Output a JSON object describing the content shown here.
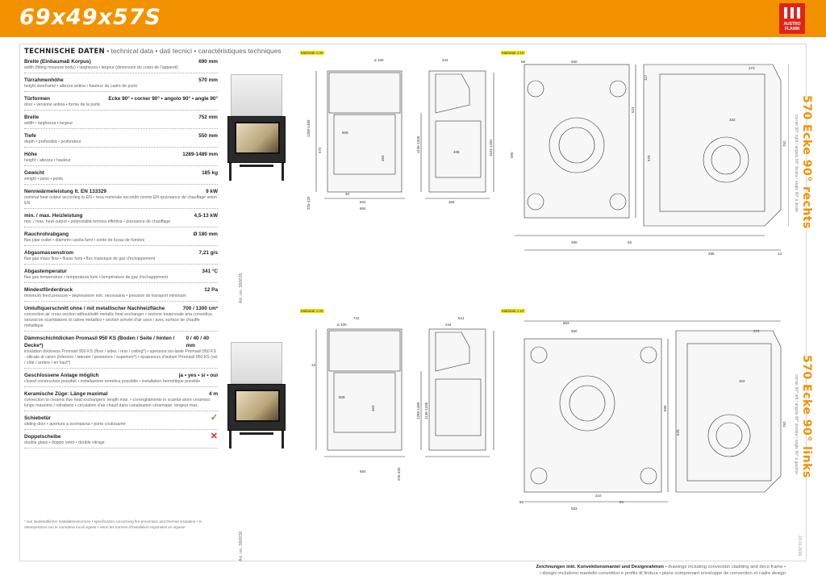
{
  "header": {
    "title": "69x49x57S",
    "logo_line1": "AUSTRO",
    "logo_line2": "FLAMM"
  },
  "tech": {
    "heading_strong": "TECHNISCHE DATEN",
    "heading_langs": " • technical data • dati tecnici • caractéristiques techniques",
    "specs": [
      {
        "label": "Breite (Einbaumaß Korpus)",
        "value": "690 mm",
        "sub": "width (fitting measure body) • larghezza • largeur (dimension du corps de l'appareil)"
      },
      {
        "label": "Türrahmenhöhe",
        "value": "570 mm",
        "sub": "height doorframe • altezza antina • hauteur du cadre de porte"
      },
      {
        "label": "Türformen",
        "value": "Ecke 90° • corner 90° • angolo 90° • angle 90°",
        "sub": "door • versione antina • forme de la porte"
      },
      {
        "label": "Breite",
        "value": "752 mm",
        "sub": "width • larghezza • largeur"
      },
      {
        "label": "Tiefe",
        "value": "550 mm",
        "sub": "depth • profondità • profondeur"
      },
      {
        "label": "Höhe",
        "value": "1289-1489 mm",
        "sub": "height • altezza • hauteur"
      },
      {
        "label": "Gewicht",
        "value": "185 kg",
        "sub": "weight • peso • poids"
      },
      {
        "label": "Nennwärmeleistung lt. EN 133329",
        "value": "9 kW",
        "sub": "nominal heat output according to EN • resa nominale secondo norme EN •puissance de chauffage selon EN"
      },
      {
        "label": "min. / max. Heizleistung",
        "value": "4,5-13 kW",
        "sub": "min. / max. heat output • potenzialità termica effettiva • puissance de chauffage"
      },
      {
        "label": "Rauchrohrabgang",
        "value": "Ø 180 mm",
        "sub": "flue pipe outlet • diametro uscita fumi • sortie de tuyau de fumées"
      },
      {
        "label": "Abgasmassenstrom",
        "value": "7,21 g/s",
        "sub": "flue gas mass flow • flusso fumi • flux massique de gaz d'echappement"
      },
      {
        "label": "Abgastemperatur",
        "value": "341 °C",
        "sub": "flue gas temperature • temperatura fumi • température de gaz d'echappement"
      },
      {
        "label": "Mindestförderdruck",
        "value": "12 Pa",
        "sub": "minimum feed pressure • depressione min. necessaria • pression de transport minimum"
      },
      {
        "label": "Umluftquerschnitt ohne / mit metallischer Nachheizfläche",
        "value": "700 / 1300 cm²",
        "sub": "convection air cross section without/with metallic heat exchanger • sezione traservsale aria convettiva senza/con scambiatore di calore metallico • section arrivée d'air sans / avec surface de chauffe métallique"
      },
      {
        "label": "Dämmschichtdicken Promasil 950 KS (Boden / Seite / hinten / Decke*)",
        "value": "0 / 40 / 40 mm",
        "sub": "insulation thickness Promasil 950 KS (floor / sides / rear / ceiling*) • spessore iso-lante Promasil 950 KS - silicato di calcio (inferiore / laterale / posteriore / superiore*) • épaisseurs d'isolant Promasil 950 KS (sol / côté / arrière / en haut*)"
      },
      {
        "label": "Geschlossene Anlage möglich",
        "value": "ja • yes • si • oui",
        "sub": "closed construction possible • installazione ermetica possibile • installation hermétique possible"
      },
      {
        "label": "Keramische Züge: Länge maximal",
        "value": "4 m",
        "sub": "connection to ceramic flue heat exchangers: length max. • convogliamento in scambi-atore ceramico: lungo massimo / refrattario • circulation d'air chaud dans canalisation céramique: longeur max."
      },
      {
        "label": "Schiebetür",
        "value": "✓",
        "mark": "check",
        "sub": "sliding door • apertura a scomparsa • porte coulissante"
      },
      {
        "label": "Doppelscheibe",
        "value": "✕",
        "mark": "cross",
        "sub": "double glass • doppio vetro • double vitrage"
      }
    ],
    "footnote": "* laut landesüblicher Installationsnormen • specification concerning fire prevention and thermal insulation • in ottemperanza con le normative locali vigenti • selon les normes d'installation régionales en vigueur"
  },
  "artnos": {
    "top": "Art. no. 360035",
    "bottom": "Art. no. 360036"
  },
  "scales": {
    "s1": "Maßstab 1:20",
    "s2": "Maßstab 1:10"
  },
  "dims_top": {
    "d100": "ø 100",
    "d244": "244",
    "d58": "58",
    "d550": "550",
    "d273": "273",
    "d1289": "1289-1489",
    "d572": "572",
    "d609": "609",
    "d463": "463",
    "d40": "40",
    "d602": "602",
    "d684": "684",
    "d406": "406",
    "d356": "356",
    "d1136": "1136-1336",
    "d1531": "1531-1481",
    "d690": "690",
    "d322": "322",
    "d752": "752",
    "d523": "523",
    "d570": "570",
    "d490": "490",
    "d63": "63",
    "d496": "496",
    "d14": "14",
    "d225": "225-425",
    "d117": "117"
  },
  "dims_bottom": {
    "d741": "741",
    "d541": "541",
    "d100": "ø 100",
    "d244": "244",
    "d563": "563",
    "d550": "550",
    "d274": "274",
    "d12": "12",
    "d609": "609",
    "d463": "463",
    "d1289": "1289-1489",
    "d1136": "1136-1336",
    "d684": "684",
    "d322": "322",
    "d752": "752",
    "d690": "690",
    "d570": "570",
    "d553": "553",
    "d94": "94",
    "d58": "58",
    "d210": "210",
    "d225": "225-425"
  },
  "side_titles": {
    "right_title": "570 Ecke 90° rechts",
    "right_sub": "corner 90° right / angolo 90° destra / angle 90° à droite",
    "left_title": "570 Ecke 90° links",
    "left_sub": "corner 90° left / angolo 90° sinistra / angle 90° à gauche"
  },
  "date_code": "23.03.2016",
  "bottom_note": {
    "strong": "Zeichnungen inkl. Konvektionsmantel und Designrahmen",
    "line1_rest": " • drawings including convection cladding and deco frame •",
    "line2": "i disegni includono mantello convettivo e profilo di finitura • plans comprenant enveloppe de convection et cadre design"
  }
}
